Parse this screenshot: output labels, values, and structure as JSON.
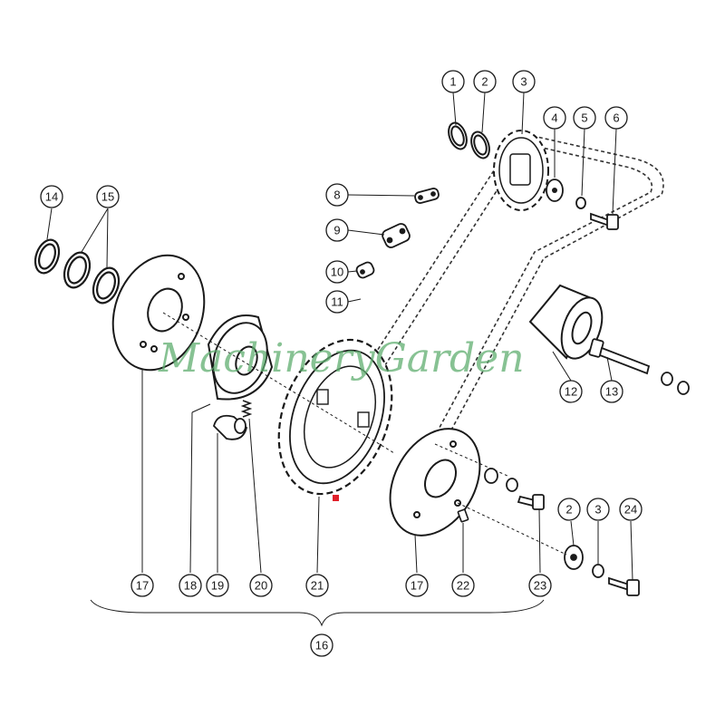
{
  "watermark": "MachineryGarden",
  "callouts": {
    "c1": "1",
    "c2": "2",
    "c3": "3",
    "c4": "4",
    "c5": "5",
    "c6": "6",
    "c8": "8",
    "c9": "9",
    "c10": "10",
    "c11": "11",
    "c12": "12",
    "c13": "13",
    "c14": "14",
    "c15": "15",
    "c17a": "17",
    "c18": "18",
    "c19": "19",
    "c20": "20",
    "c21": "21",
    "c17b": "17",
    "c22": "22",
    "c23": "23",
    "c2b": "2",
    "c3b": "3",
    "c24": "24",
    "c16": "16"
  },
  "colors": {
    "line": "#1a1a1a",
    "watermark": "#5fae70",
    "marker": "#e0202a"
  }
}
